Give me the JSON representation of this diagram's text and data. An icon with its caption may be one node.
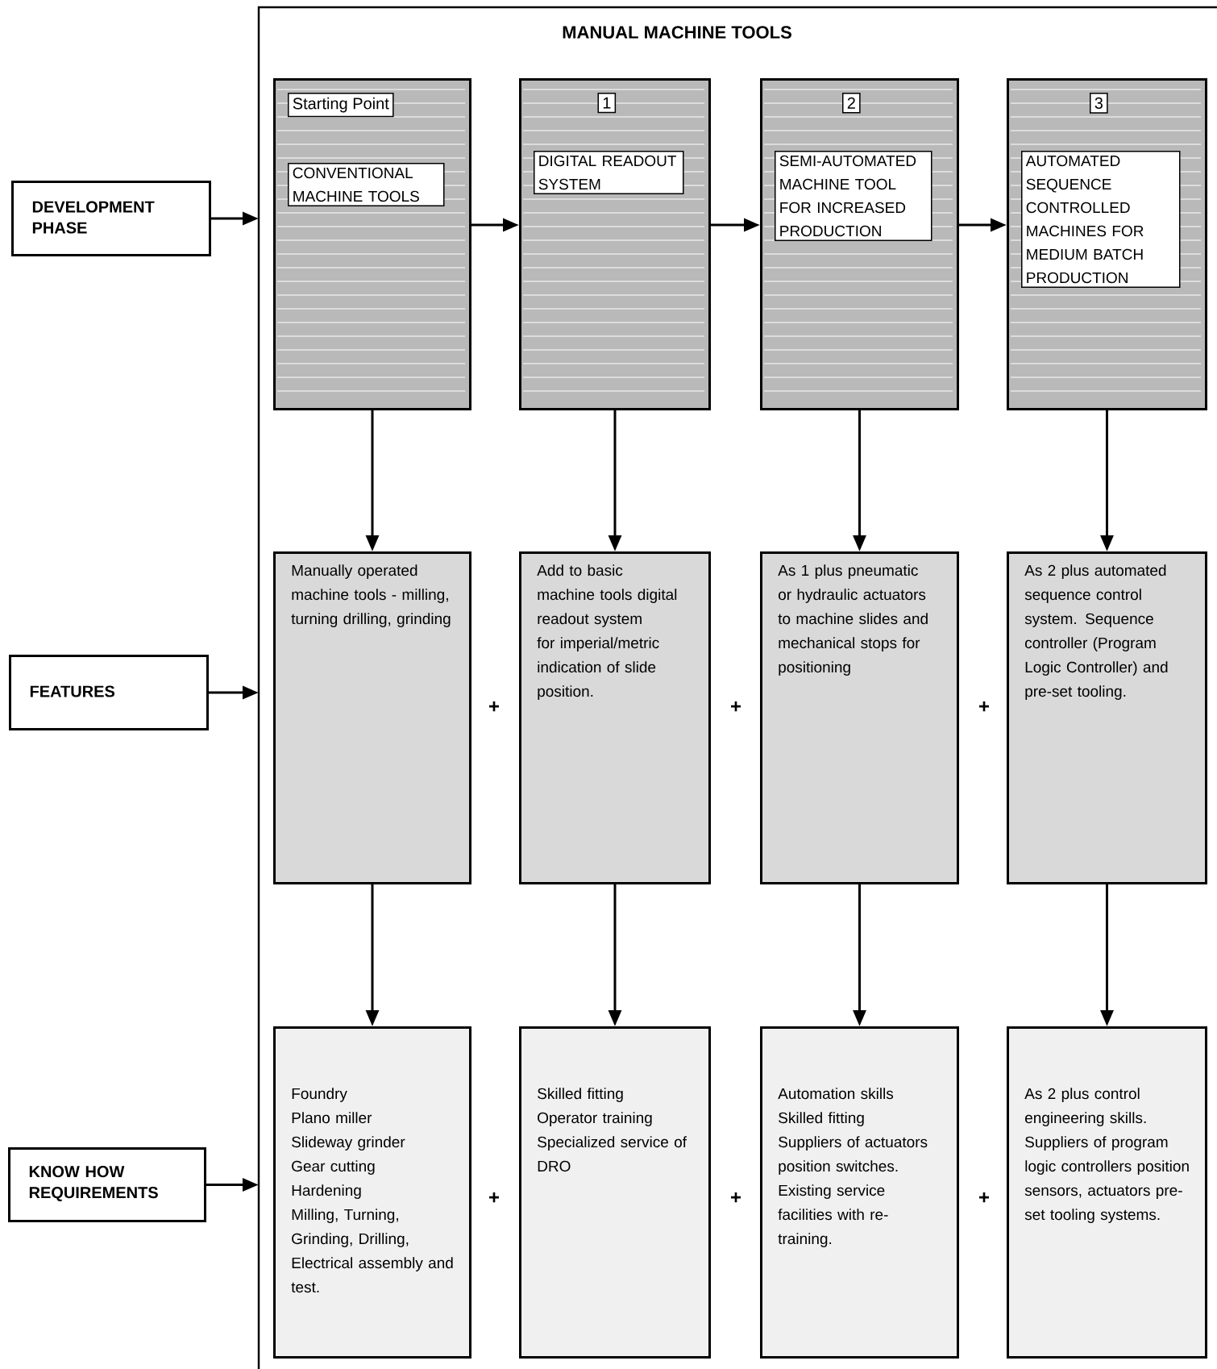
{
  "diagram": {
    "nodes": [
      {
        "text": [
          "MANUAL MACHINE TOOLS"
        ]
      },
      {
        "text": [
          "DEVELOPMENT PHASE"
        ]
      },
      {
        "text": [
          "FEATURES"
        ]
      },
      {
        "text": [
          "KNOW HOW REQUIREMENTS"
        ]
      },
      {
        "text": [
          "Starting Point",
          "CONVENTIONAL MACHINE TOOLS"
        ],
        "in": 0
      },
      {
        "text": [
          "1",
          "DIGITAL READOUT SYSTEM"
        ],
        "in": 0
      },
      {
        "text": [
          "2",
          "SEMI-AUTOMATED MACHINE TOOL FOR INCREASED PRODUCTION"
        ],
        "in": 0
      },
      {
        "text": [
          "3",
          "AUTOMATED SEQUENCE CONTROLLED MACHINES FOR MEDIUM BATCH PRODUCTION"
        ],
        "in": 0
      },
      {
        "text": [
          "Manually operated machine tools - milling, turning drilling, grinding"
        ],
        "in": 0
      },
      {
        "text": [
          "Add to basic machine tools digital readout system for imperial/metric indication of slide position."
        ],
        "in": 0
      },
      {
        "text": [
          "As 1 plus pneumatic or hydraulic actuators to machine slides and mechanical stops for positioning"
        ],
        "in": 0
      },
      {
        "text": [
          "As 2 plus automated sequence control system. Sequence controller (Program Logic Controller) and pre-set tooling."
        ],
        "in": 0
      },
      {
        "text": [
          "Foundry",
          "Plano miller",
          "Slideway grinder",
          "Gear cutting",
          "Hardening",
          "Milling, Turning, Grinding, Drilling, Electrical assembly and test."
        ],
        "in": 0
      },
      {
        "text": [
          "Skilled fitting",
          "Operator training",
          "Specialized service of DRO"
        ],
        "in": 0
      },
      {
        "text": [
          "Automation skills",
          "Skilled fitting",
          "Suppliers of actuators position switches.",
          "Existing service facilities with re-training."
        ],
        "in": 0
      },
      {
        "text": [
          "As 2 plus control engineering skills.",
          "Suppliers of program logic controllers position sensors, actuators pre-set tooling systems."
        ],
        "in": 0
      }
    ],
    "edges": [
      {
        "from": 1,
        "to": 0,
        "arrow": "to"
      },
      {
        "from": 2,
        "to": 0,
        "arrow": "to"
      },
      {
        "from": 3,
        "to": 0,
        "arrow": "to"
      },
      {
        "from": 4,
        "to": 5,
        "arrow": "to"
      },
      {
        "from": 5,
        "to": 6,
        "arrow": "to"
      },
      {
        "from": 6,
        "to": 7,
        "arrow": "to"
      },
      {
        "from": 4,
        "to": 8,
        "arrow": "to"
      },
      {
        "from": 5,
        "to": 9,
        "arrow": "to"
      },
      {
        "from": 6,
        "to": 10,
        "arrow": "to"
      },
      {
        "from": 7,
        "to": 11,
        "arrow": "to"
      },
      {
        "from": 8,
        "to": 12,
        "arrow": "to"
      },
      {
        "from": 9,
        "to": 13,
        "arrow": "to"
      },
      {
        "from": 10,
        "to": 14,
        "arrow": "to"
      },
      {
        "from": 11,
        "to": 15,
        "arrow": "to"
      }
    ],
    "labels": [
      "+",
      "+",
      "+",
      "+",
      "+",
      "+"
    ]
  }
}
